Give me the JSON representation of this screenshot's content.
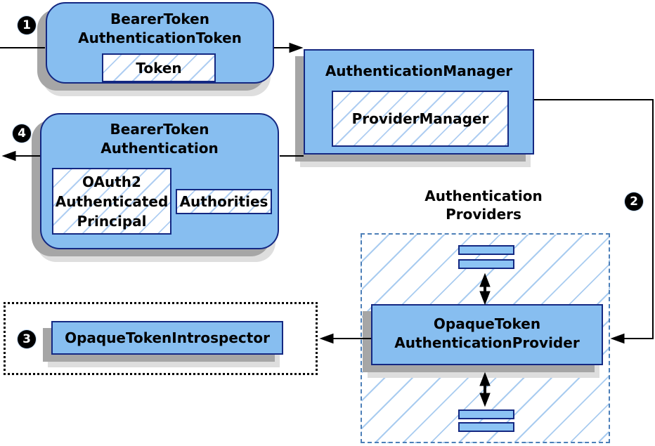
{
  "diagram": {
    "badges": {
      "one": "1",
      "two": "2",
      "three": "3",
      "four": "4"
    },
    "nodes": {
      "bearer_token_authentication_token": {
        "line1": "BearerToken",
        "line2": "AuthenticationToken",
        "token_label": "Token"
      },
      "authentication_manager": {
        "title": "AuthenticationManager",
        "provider_manager_label": "ProviderManager"
      },
      "bearer_token_authentication": {
        "line1": "BearerToken",
        "line2": "Authentication",
        "principal_line1": "OAuth2",
        "principal_line2": "Authenticated",
        "principal_line3": "Principal",
        "authorities_label": "Authorities"
      },
      "authentication_providers_group": {
        "line1": "Authentication",
        "line2": "Providers"
      },
      "opaque_token_authentication_provider": {
        "line1": "OpaqueToken",
        "line2": "AuthenticationProvider"
      },
      "opaque_token_introspector": {
        "label": "OpaqueTokenIntrospector"
      }
    },
    "colors": {
      "node_fill": "#87BEF0",
      "bar_fill": "#8CC4F4",
      "node_border": "#142882",
      "hatch_line": "#A9CCF0",
      "hatch_chip": "#AFCEF2",
      "dashed_border": "#4C7FB8",
      "dotted_border": "#000000",
      "connector": "#000000",
      "shadow_dark": "#A6A6A6",
      "shadow_light": "#DEDEDE",
      "text": "#000000",
      "badge_bg": "#000000",
      "badge_text": "#FFFFFF",
      "background": "#FFFFFF"
    }
  }
}
